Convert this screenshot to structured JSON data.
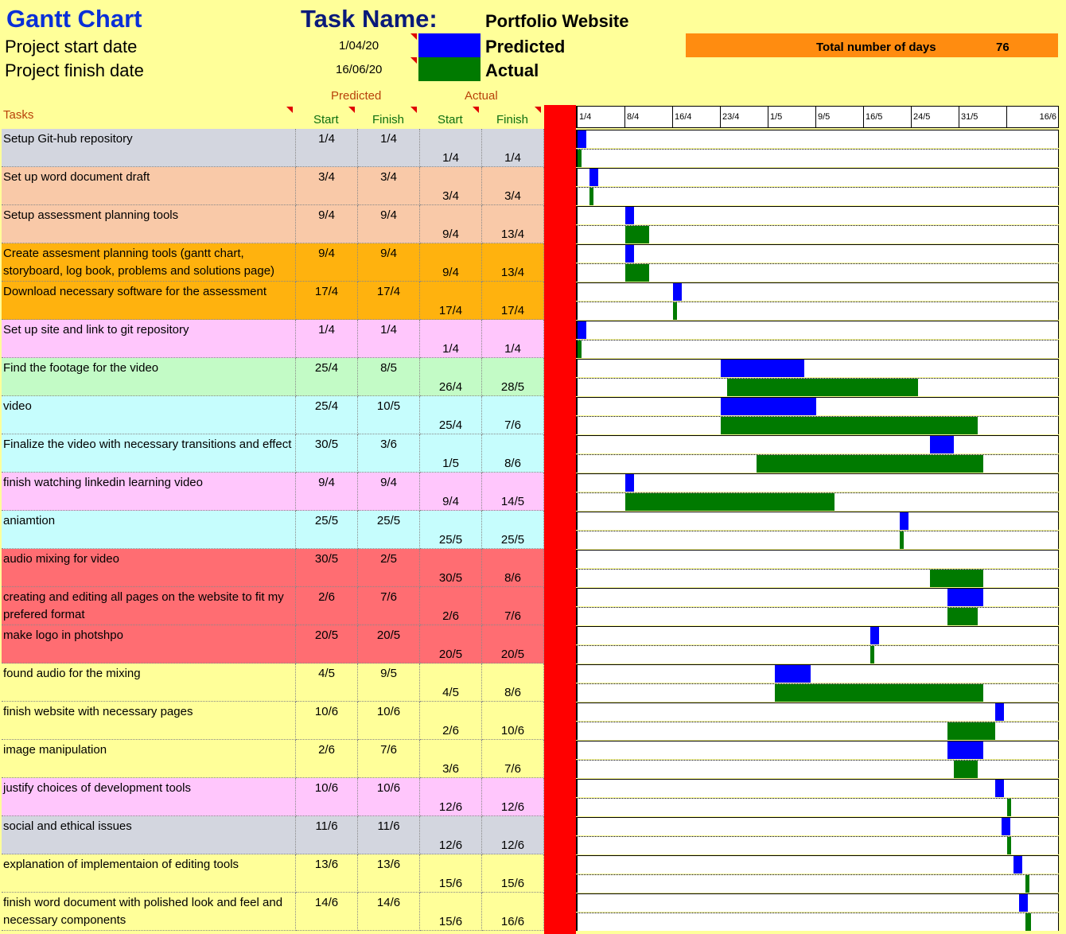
{
  "header": {
    "title": "Gantt Chart",
    "task_name_label": "Task Name:",
    "task_name_value": "Portfolio Website",
    "start_label": "Project start date",
    "start_value": "1/04/20",
    "finish_label": "Project finish date",
    "finish_value": "16/06/20",
    "legend_predicted": "Predicted",
    "legend_actual": "Actual",
    "total_label": "Total number of days",
    "total_value": "76"
  },
  "colors": {
    "predicted": "#0000ff",
    "actual": "#007a00",
    "accent": "#ff8c10"
  },
  "columns": {
    "tasks": "Tasks",
    "predicted_group": "Predicted",
    "actual_group": "Actual",
    "pred_start": "Start",
    "pred_finish": "Finish",
    "act_start": "Start",
    "act_finish": "Finish"
  },
  "timeline": {
    "ticks": [
      "1/4",
      "8/4",
      "16/4",
      "23/4",
      "1/5",
      "9/5",
      "16/5",
      "24/5",
      "31/5",
      "16/6"
    ]
  },
  "tasks": [
    {
      "name": "Setup Git-hub repository",
      "ps": "1/4",
      "pf": "1/4",
      "as": "1/4",
      "af": "1/4",
      "color": "#d3d6df",
      "p": [
        0,
        0
      ],
      "a": [
        0,
        0
      ]
    },
    {
      "name": "Set up word document draft",
      "ps": "3/4",
      "pf": "3/4",
      "as": "3/4",
      "af": "3/4",
      "color": "#f9c9a8",
      "p": [
        2,
        2
      ],
      "a": [
        2,
        2
      ]
    },
    {
      "name": "Setup assessment planning tools",
      "ps": "9/4",
      "pf": "9/4",
      "as": "9/4",
      "af": "13/4",
      "color": "#f9c9a8",
      "p": [
        8,
        8
      ],
      "a": [
        8,
        12
      ]
    },
    {
      "name": "Create assesment planning tools (gantt chart, storyboard, log book, problems and solutions page)",
      "ps": "9/4",
      "pf": "9/4",
      "as": "9/4",
      "af": "13/4",
      "color": "#ffb20e",
      "p": [
        8,
        8
      ],
      "a": [
        8,
        12
      ]
    },
    {
      "name": "Download necessary software for the assessment",
      "ps": "17/4",
      "pf": "17/4",
      "as": "17/4",
      "af": "17/4",
      "color": "#ffb20e",
      "p": [
        16,
        16
      ],
      "a": [
        16,
        16
      ]
    },
    {
      "name": "Set up site and link to git repository",
      "ps": "1/4",
      "pf": "1/4",
      "as": "1/4",
      "af": "1/4",
      "color": "#ffc6fc",
      "p": [
        0,
        0
      ],
      "a": [
        0,
        0
      ]
    },
    {
      "name": "Find the footage for the video",
      "ps": "25/4",
      "pf": "8/5",
      "as": "26/4",
      "af": "28/5",
      "color": "#c3fbc6",
      "p": [
        24,
        38
      ],
      "a": [
        25,
        57
      ]
    },
    {
      "name": "video",
      "ps": "25/4",
      "pf": "10/5",
      "as": "25/4",
      "af": "7/6",
      "color": "#c6fdfd",
      "p": [
        24,
        40
      ],
      "a": [
        24,
        67
      ]
    },
    {
      "name": "Finalize the video with necessary transitions and effect",
      "ps": "30/5",
      "pf": "3/6",
      "as": "1/5",
      "af": "8/6",
      "color": "#c6fdfd",
      "p": [
        59,
        63
      ],
      "a": [
        30,
        68
      ]
    },
    {
      "name": "finish watching linkedin learning video",
      "ps": "9/4",
      "pf": "9/4",
      "as": "9/4",
      "af": "14/5",
      "color": "#ffc6fc",
      "p": [
        8,
        8
      ],
      "a": [
        8,
        43
      ]
    },
    {
      "name": "aniamtion",
      "ps": "25/5",
      "pf": "25/5",
      "as": "25/5",
      "af": "25/5",
      "color": "#c6fdfd",
      "p": [
        54,
        54
      ],
      "a": [
        54,
        54
      ]
    },
    {
      "name": "audio mixing for video",
      "ps": "30/5",
      "pf": "2/5",
      "as": "30/5",
      "af": "8/6",
      "color": "#ff6d72",
      "p": null,
      "a": [
        59,
        68
      ]
    },
    {
      "name": "creating and editing all pages on the website to fit my prefered format",
      "ps": "2/6",
      "pf": "7/6",
      "as": "2/6",
      "af": "7/6",
      "color": "#ff6d72",
      "p": [
        62,
        68
      ],
      "a": [
        62,
        67
      ]
    },
    {
      "name": "make logo in photshpo",
      "ps": "20/5",
      "pf": "20/5",
      "as": "20/5",
      "af": "20/5",
      "color": "#ff6d72",
      "p": [
        49,
        49
      ],
      "a": [
        49,
        49
      ]
    },
    {
      "name": "found audio for the mixing",
      "ps": "4/5",
      "pf": "9/5",
      "as": "4/5",
      "af": "8/6",
      "color": "#ffff99",
      "p": [
        33,
        39
      ],
      "a": [
        33,
        68
      ]
    },
    {
      "name": "finish website with necessary pages",
      "ps": "10/6",
      "pf": "10/6",
      "as": "2/6",
      "af": "10/6",
      "color": "#ffff99",
      "p": [
        70,
        70
      ],
      "a": [
        62,
        70
      ]
    },
    {
      "name": "image manipulation",
      "ps": "2/6",
      "pf": "7/6",
      "as": "3/6",
      "af": "7/6",
      "color": "#ffff99",
      "p": [
        62,
        68
      ],
      "a": [
        63,
        67
      ]
    },
    {
      "name": "justify choices of development tools",
      "ps": "10/6",
      "pf": "10/6",
      "as": "12/6",
      "af": "12/6",
      "color": "#ffc6fc",
      "p": [
        70,
        70
      ],
      "a": [
        72,
        72
      ]
    },
    {
      "name": "social and ethical issues",
      "ps": "11/6",
      "pf": "11/6",
      "as": "12/6",
      "af": "12/6",
      "color": "#d3d6df",
      "p": [
        71,
        71
      ],
      "a": [
        72,
        72
      ]
    },
    {
      "name": "explanation of implementaion of editing tools",
      "ps": "13/6",
      "pf": "13/6",
      "as": "15/6",
      "af": "15/6",
      "color": "#ffff99",
      "p": [
        73,
        73
      ],
      "a": [
        75,
        75
      ]
    },
    {
      "name": "finish word document with polished look and feel and necessary components",
      "ps": "14/6",
      "pf": "14/6",
      "as": "15/6",
      "af": "16/6",
      "color": "#ffff99",
      "p": [
        74,
        74
      ],
      "a": [
        75,
        76
      ]
    }
  ]
}
